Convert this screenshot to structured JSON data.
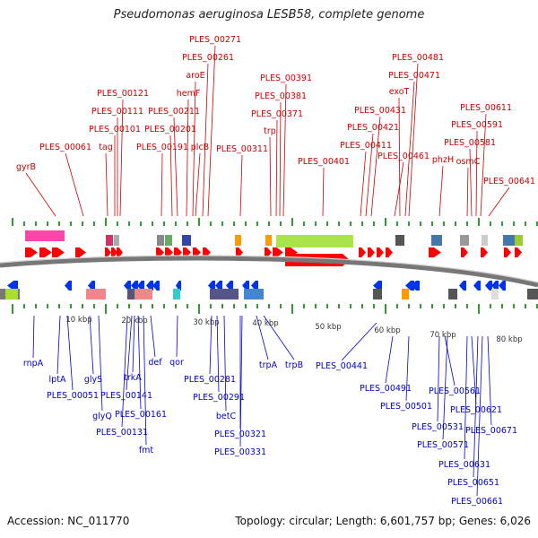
{
  "title": "Pseudomonas aeruginosa LESB58, complete genome",
  "footer": {
    "accession": "Accession: NC_011770",
    "topology": "Topology: circular; Length: 6,601,757 bp; Genes: 6,026"
  },
  "colors": {
    "forward_label": "#cc0000",
    "reverse_label": "#0000cc",
    "forward_feature": "#ff0000",
    "reverse_feature": "#0033ee",
    "tick": "#339933",
    "backbone": "#777777"
  },
  "scale_labels": [
    "10 kbp",
    "20 kbp",
    "30 kbp",
    "40 kbp",
    "50 kbp",
    "60 kbp",
    "70 kbp",
    "80 kbp"
  ],
  "forward_labels": [
    "gyrB",
    "PLES_00061",
    "tag",
    "PLES_00101",
    "PLES_00111",
    "PLES_00121",
    "PLES_00191",
    "PLES_00201",
    "PLES_00211",
    "hemF",
    "aroE",
    "plcB",
    "PLES_00261",
    "PLES_00271",
    "PLES_00311",
    "trp",
    "PLES_00371",
    "PLES_00381",
    "PLES_00391",
    "PLES_00401",
    "PLES_00411",
    "PLES_00421",
    "PLES_00431",
    "PLES_00461",
    "exoT",
    "PLES_00471",
    "PLES_00481",
    "phzH",
    "osmC",
    "PLES_00581",
    "PLES_00591",
    "PLES_00611",
    "PLES_00641"
  ],
  "reverse_labels": [
    "rnpA",
    "lptA",
    "PLES_00051",
    "glyS",
    "glyQ",
    "PLES_00131",
    "PLES_00141",
    "trkA",
    "PLES_00161",
    "fmt",
    "def",
    "qor",
    "PLES_00281",
    "PLES_00291",
    "betC",
    "PLES_00321",
    "PLES_00331",
    "trpA",
    "trpB",
    "PLES_00441",
    "PLES_00491",
    "PLES_00501",
    "PLES_00531",
    "PLES_00561",
    "PLES_00571",
    "PLES_00621",
    "PLES_00631",
    "PLES_00651",
    "PLES_00661",
    "PLES_00671"
  ]
}
